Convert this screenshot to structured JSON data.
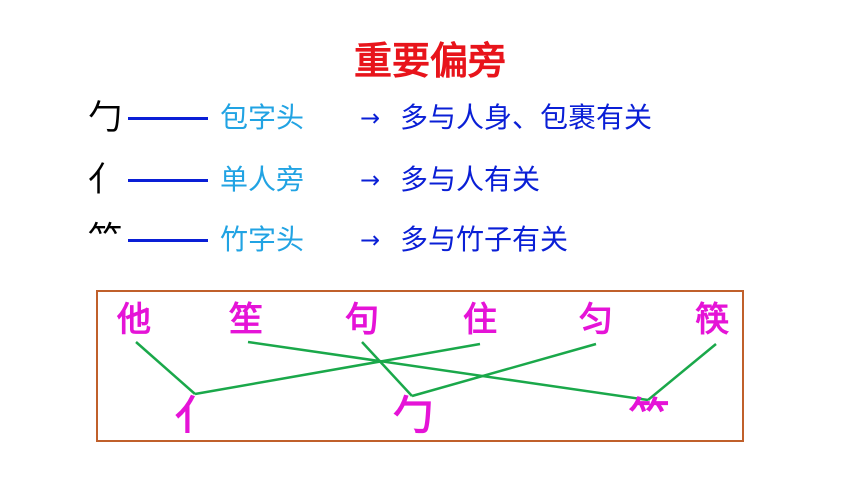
{
  "title": "重要偏旁",
  "rows": [
    {
      "radical": "勹",
      "name": "包字头",
      "arrow": "→",
      "meaning": "多与人身、包裹有关"
    },
    {
      "radical": "亻",
      "name": "单人旁",
      "arrow": "→",
      "meaning": "多与人有关"
    },
    {
      "radical": "⺮",
      "name": "竹字头",
      "arrow": "→",
      "meaning": "多与竹子有关"
    }
  ],
  "exercise": {
    "characters": [
      "他",
      "笙",
      "句",
      "住",
      "匀",
      "筷"
    ],
    "radicals": [
      "亻",
      "勹",
      "⺮"
    ]
  },
  "colors": {
    "title": "#e8141b",
    "radical_name": "#21a3e3",
    "meaning": "#0a1fd6",
    "exercise_text": "#e513d7",
    "link_lines": "#1aa84a",
    "box_border": "#c0602b"
  }
}
